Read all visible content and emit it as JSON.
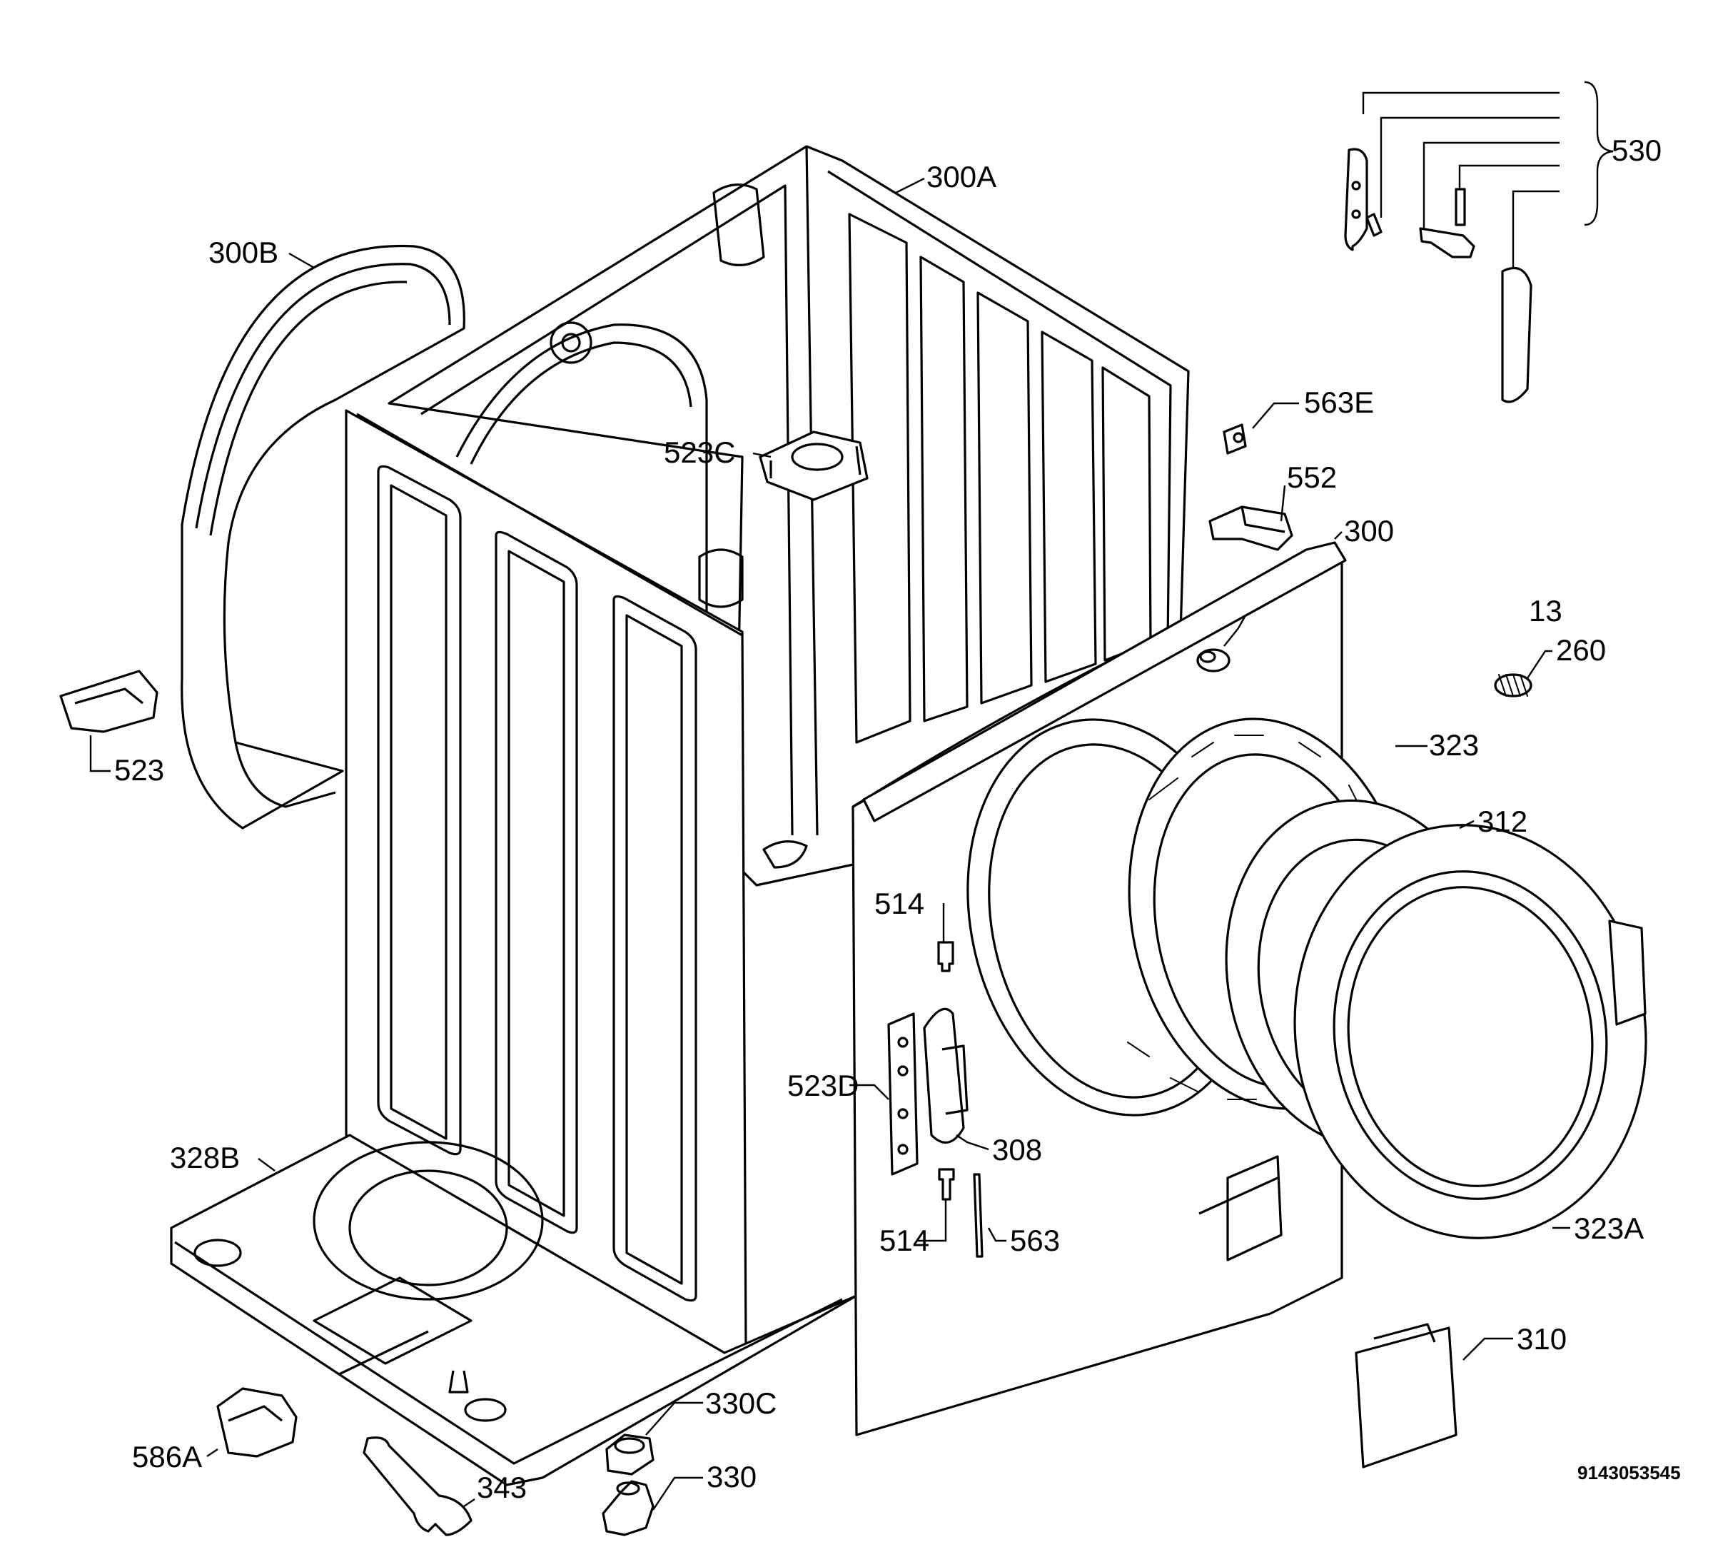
{
  "diagram": {
    "drawing_number": "9143053545",
    "labels": {
      "l530": "530",
      "l300A": "300A",
      "l300B": "300B",
      "l563E": "563E",
      "l523C": "523C",
      "l552": "552",
      "l300": "300",
      "l13": "13",
      "l260": "260",
      "l523": "523",
      "l323": "323",
      "l312": "312",
      "l514a": "514",
      "l523D": "523D",
      "l308": "308",
      "l328B": "328B",
      "l514b": "514",
      "l563": "563",
      "l323A": "323A",
      "l310": "310",
      "l330C": "330C",
      "l586A": "586A",
      "l343": "343",
      "l330": "330"
    }
  }
}
